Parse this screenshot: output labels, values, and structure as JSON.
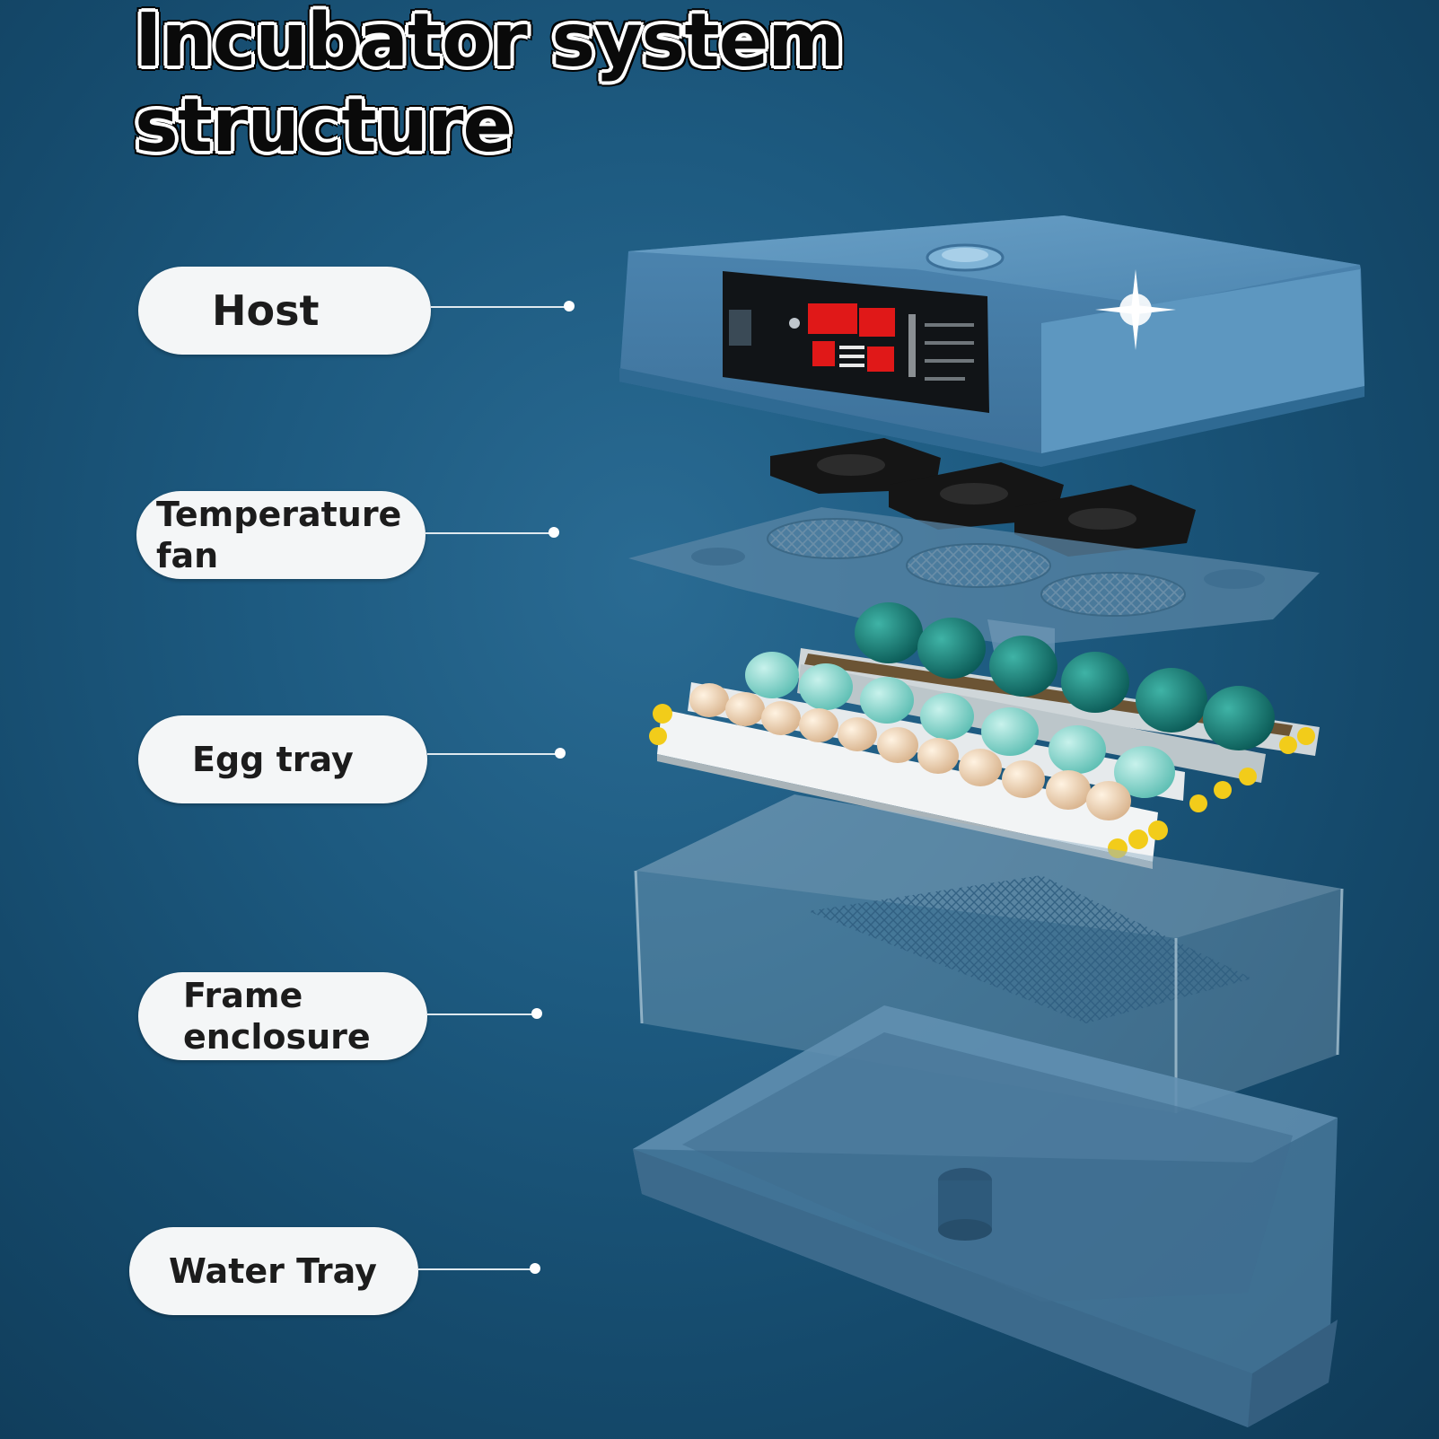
{
  "title": "Incubator system structure",
  "labels": {
    "host": "Host",
    "temperature_fan": "Temperature\n fan",
    "egg_tray": "Egg tray",
    "frame_enclosure": "Frame\nenclosure",
    "water_tray": "Water Tray"
  },
  "colors": {
    "background": "#1d5a80",
    "host_body": "#4a86b3",
    "display_red": "#e01818",
    "fan_black": "#151515",
    "egg_teal": "#0f6f6a",
    "egg_cream": "#f0d6b8",
    "egg_mint": "#7fd2c8",
    "roller_yellow": "#f2cc1a"
  }
}
